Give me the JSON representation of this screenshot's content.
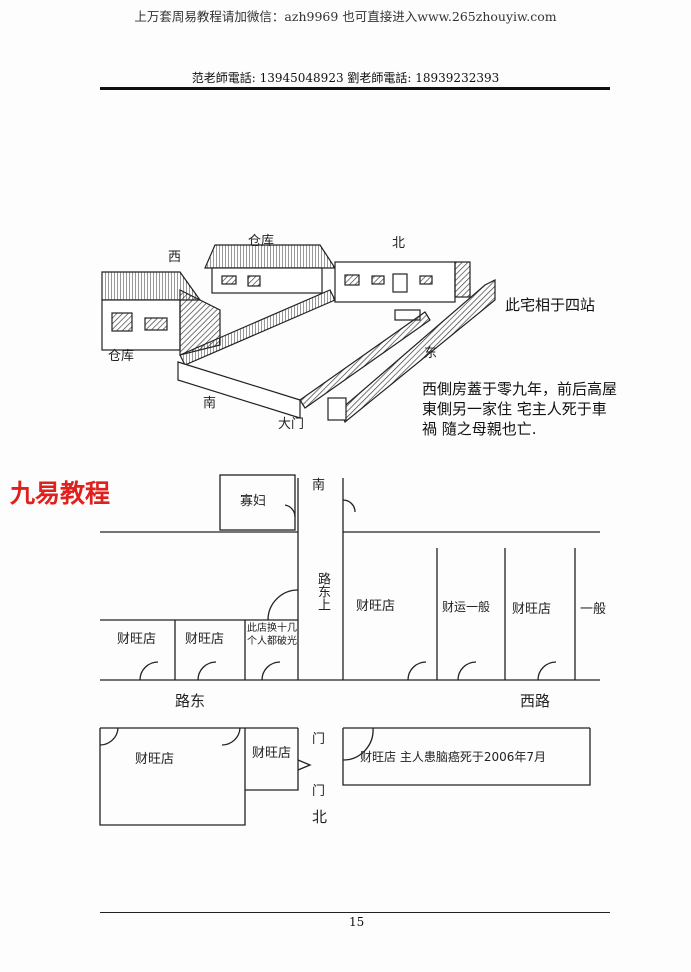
{
  "header": {
    "banner": "上万套周易教程请加微信：azh9969   也可直接进入www.265zhouyiw.com",
    "phones": "范老師電話: 13945048923   劉老師電話: 18939232393"
  },
  "watermark": "九易教程",
  "sketch": {
    "labels": {
      "west": "西",
      "warehouse_top": "仓库",
      "north": "北",
      "warehouse_left": "仓库",
      "east": "东",
      "south": "南",
      "gate": "大门"
    },
    "note_station": "此宅相于四站",
    "note_lines": [
      "西側房蓋于零九年，前后高屋",
      "東側另一家住  宅主人死于車",
      "禍  隨之母親也亡."
    ]
  },
  "plan": {
    "widow": "寡妇",
    "south": "南",
    "street_vertical": "路东上",
    "north_row_left": [
      "财旺店",
      "财旺店",
      "此店换十几个人都破光"
    ],
    "north_row_right": [
      "财旺店",
      "财运一般",
      "财旺店",
      "一般"
    ],
    "road_east": "路东",
    "road_west": "西路",
    "south_row": [
      "财旺店",
      "财旺店",
      "财旺店  主人患脑癌死于2006年7月"
    ],
    "door_top": "门",
    "door_bottom": "门",
    "north": "北"
  },
  "footer": {
    "page_number": "15"
  }
}
